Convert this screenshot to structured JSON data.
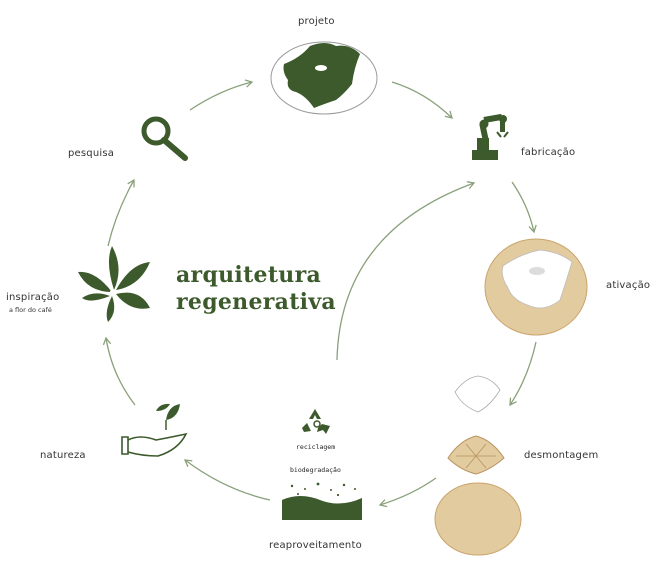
{
  "title": {
    "line1": "arquitetura",
    "line2": "regenerativa"
  },
  "stages": {
    "projeto": "projeto",
    "fabricacao": "fabricação",
    "ativacao": "ativação",
    "desmontagem": "desmontagem",
    "reaproveitamento": "reaproveitamento",
    "natureza": "natureza",
    "inspiracao": "inspiração",
    "inspiracao_sub": "a flor do café",
    "pesquisa": "pesquisa"
  },
  "reuse": {
    "reciclagem": "reciclagem",
    "biodegradacao": "biodegradação"
  },
  "colors": {
    "green": "#3c5a2c",
    "arrow": "#8aa07a",
    "wood": "#e3cba0",
    "woodDark": "#c9a46c"
  },
  "icons": [
    "magnifier-icon",
    "robot-arm-icon",
    "flower-icon",
    "hand-plant-icon",
    "recycle-icon"
  ]
}
